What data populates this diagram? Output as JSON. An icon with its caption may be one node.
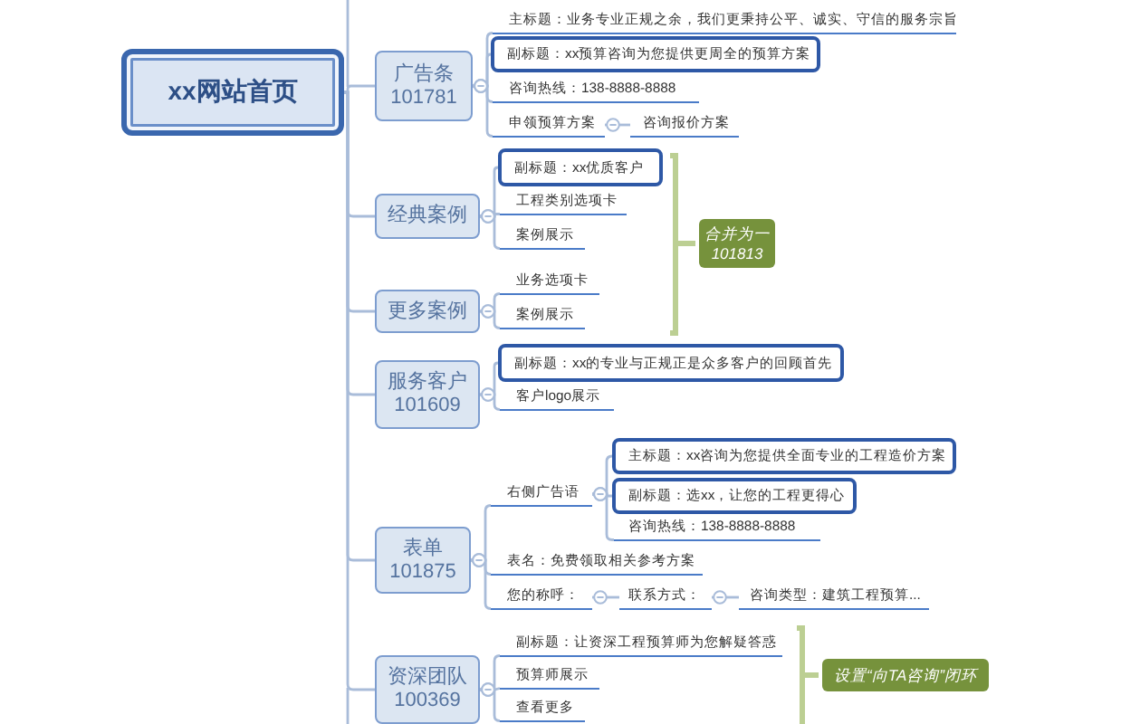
{
  "diagram": {
    "nodes": [
      {
        "text": [
          "xx网站首页"
        ]
      },
      {
        "text": [
          "广告条 101781"
        ]
      },
      {
        "text": [
          "主标题：业务专业正规之余，我们更秉持公平、诚实、守信的服务宗旨"
        ]
      },
      {
        "text": [
          "副标题：xx预算咨询为您提供更周全的预算方案"
        ]
      },
      {
        "text": [
          "咨询热线：138-8888-8888"
        ]
      },
      {
        "text": [
          "申领预算方案"
        ]
      },
      {
        "text": [
          "咨询报价方案"
        ]
      },
      {
        "text": [
          "经典案例"
        ]
      },
      {
        "text": [
          "副标题：xx优质客户"
        ]
      },
      {
        "text": [
          "工程类别选项卡"
        ]
      },
      {
        "text": [
          "案例展示"
        ]
      },
      {
        "text": [
          "更多案例"
        ]
      },
      {
        "text": [
          "业务选项卡"
        ]
      },
      {
        "text": [
          "案例展示"
        ]
      },
      {
        "text": [
          "合并为一 101813"
        ]
      },
      {
        "text": [
          "服务客户 101609"
        ]
      },
      {
        "text": [
          "副标题：xx的专业与正规正是众多客户的回顾首先"
        ]
      },
      {
        "text": [
          "客户logo展示"
        ]
      },
      {
        "text": [
          "表单 101875"
        ]
      },
      {
        "text": [
          "右侧广告语"
        ]
      },
      {
        "text": [
          "主标题：xx咨询为您提供全面专业的工程造价方案"
        ]
      },
      {
        "text": [
          "副标题：选xx，让您的工程更得心"
        ]
      },
      {
        "text": [
          "咨询热线：138-8888-8888"
        ]
      },
      {
        "text": [
          "表名：免费领取相关参考方案"
        ]
      },
      {
        "text": [
          "您的称呼："
        ]
      },
      {
        "text": [
          "联系方式："
        ]
      },
      {
        "text": [
          "咨询类型：建筑工程预算..."
        ]
      },
      {
        "text": [
          "资深团队 100369"
        ]
      },
      {
        "text": [
          "副标题：让资深工程预算师为您解疑答惑"
        ]
      },
      {
        "text": [
          "预算师展示"
        ]
      },
      {
        "text": [
          "查看更多"
        ]
      },
      {
        "text": [
          "设置“向TA咨询”闭环"
        ]
      }
    ],
    "edges": [
      {
        "from": 0,
        "to": 1,
        "arrow": "none"
      },
      {
        "from": 0,
        "to": 7,
        "arrow": "none"
      },
      {
        "from": 0,
        "to": 11,
        "arrow": "none"
      },
      {
        "from": 0,
        "to": 15,
        "arrow": "none"
      },
      {
        "from": 0,
        "to": 18,
        "arrow": "none"
      },
      {
        "from": 0,
        "to": 27,
        "arrow": "none"
      },
      {
        "from": 1,
        "to": 2,
        "arrow": "other"
      },
      {
        "from": 1,
        "to": 3,
        "arrow": "other"
      },
      {
        "from": 1,
        "to": 4,
        "arrow": "other"
      },
      {
        "from": 1,
        "to": 5,
        "arrow": "other"
      },
      {
        "from": 5,
        "to": 6,
        "arrow": "other"
      },
      {
        "from": 7,
        "to": 8,
        "arrow": "other"
      },
      {
        "from": 7,
        "to": 9,
        "arrow": "other"
      },
      {
        "from": 7,
        "to": 10,
        "arrow": "other"
      },
      {
        "from": 11,
        "to": 12,
        "arrow": "other"
      },
      {
        "from": 11,
        "to": 13,
        "arrow": "other"
      },
      {
        "from": 15,
        "to": 16,
        "arrow": "other"
      },
      {
        "from": 15,
        "to": 17,
        "arrow": "other"
      },
      {
        "from": 18,
        "to": 19,
        "arrow": "other"
      },
      {
        "from": 19,
        "to": 20,
        "arrow": "other"
      },
      {
        "from": 19,
        "to": 21,
        "arrow": "other"
      },
      {
        "from": 19,
        "to": 22,
        "arrow": "other"
      },
      {
        "from": 18,
        "to": 23,
        "arrow": "other"
      },
      {
        "from": 18,
        "to": 24,
        "arrow": "other"
      },
      {
        "from": 24,
        "to": 25,
        "arrow": "other"
      },
      {
        "from": 25,
        "to": 26,
        "arrow": "other"
      },
      {
        "from": 27,
        "to": 28,
        "arrow": "other"
      },
      {
        "from": 27,
        "to": 29,
        "arrow": "other"
      },
      {
        "from": 27,
        "to": 30,
        "arrow": "other"
      }
    ]
  }
}
